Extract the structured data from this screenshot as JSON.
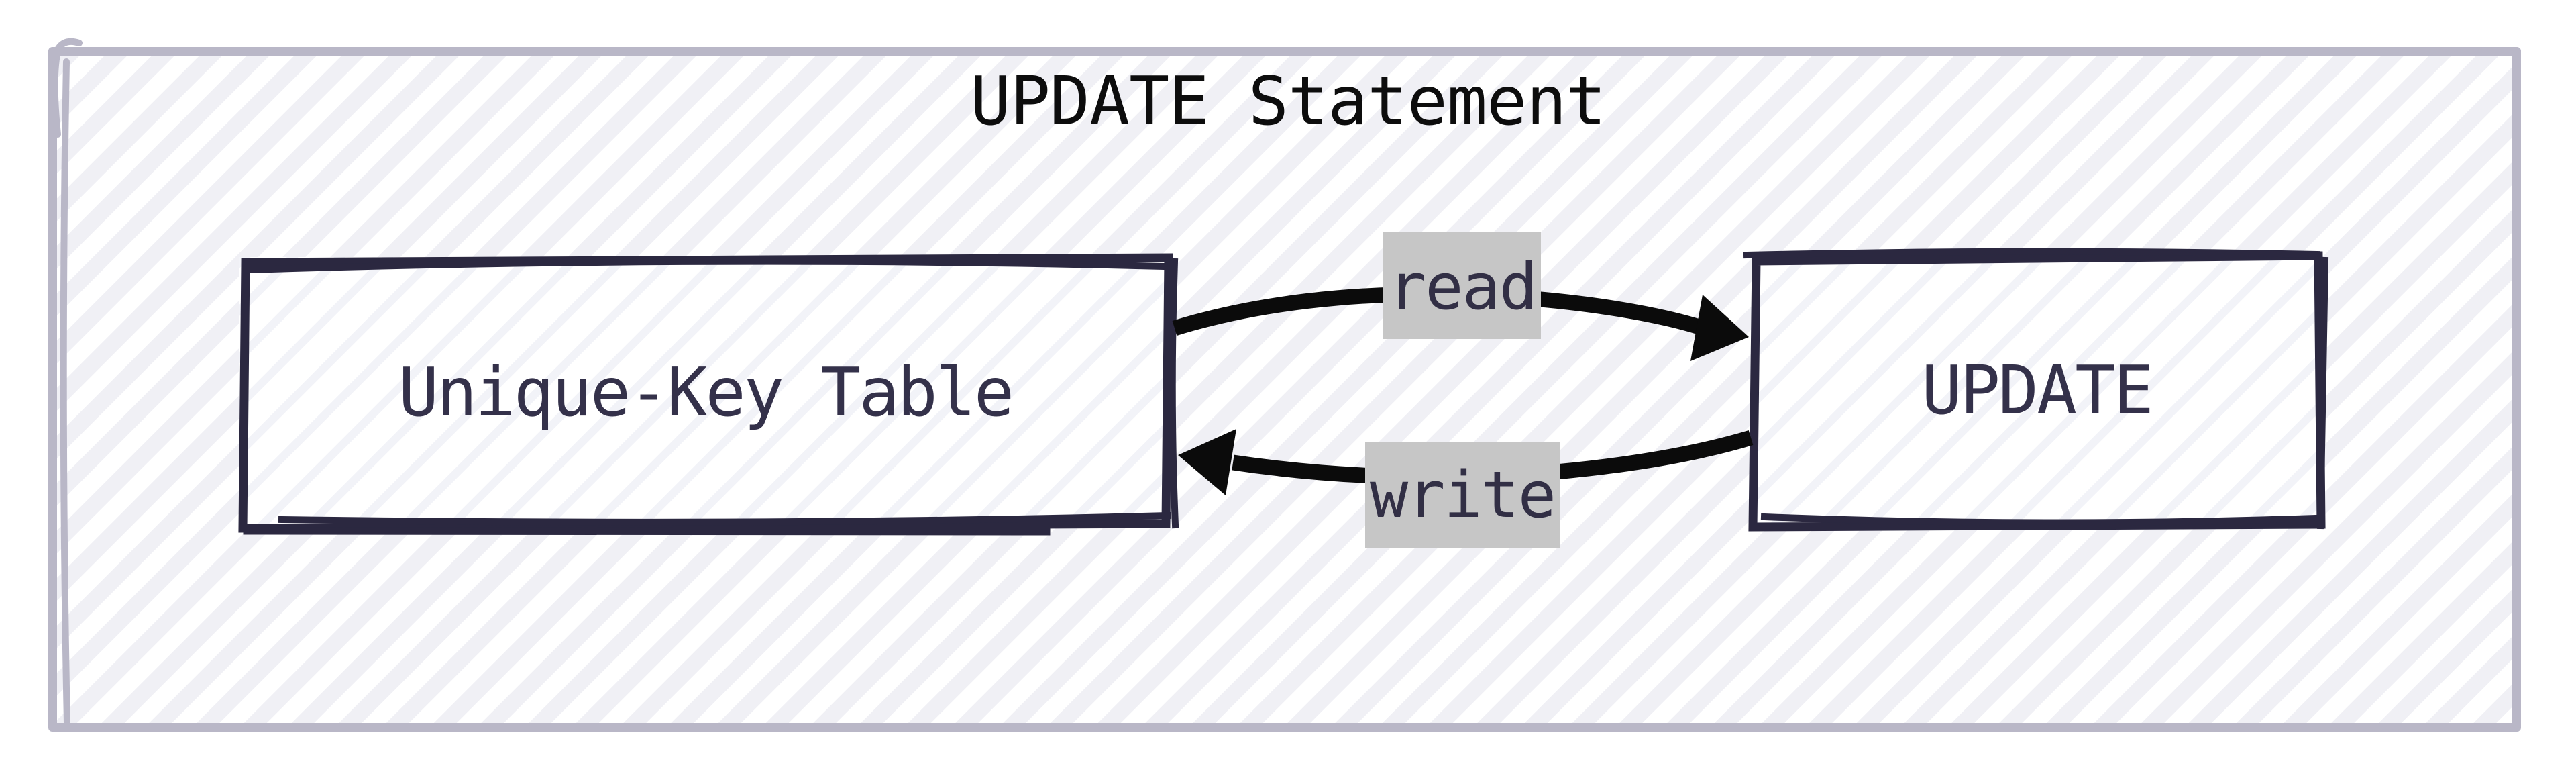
{
  "diagram": {
    "type": "flow-diagram",
    "style": "hand-drawn-sketch",
    "title": "UPDATE Statement",
    "nodes": [
      {
        "id": "unique-key-table",
        "label": "Unique-Key Table"
      },
      {
        "id": "update",
        "label": "UPDATE"
      }
    ],
    "edges": [
      {
        "from": "unique-key-table",
        "to": "update",
        "label": "read",
        "direction": "left-to-right"
      },
      {
        "from": "update",
        "to": "unique-key-table",
        "label": "write",
        "direction": "right-to-left"
      }
    ],
    "colors": {
      "canvas_background": "#ffffff",
      "container_border": "#b9b7c7",
      "container_hatch": "#f0f0f5",
      "node_border": "#2b2840",
      "node_fill": "#ffffff",
      "node_text": "#34314a",
      "title_text": "#0d0d0d",
      "arrow": "#0b0b0b",
      "edge_label_background": "#c6c6c6",
      "edge_label_text": "#322f45"
    }
  }
}
